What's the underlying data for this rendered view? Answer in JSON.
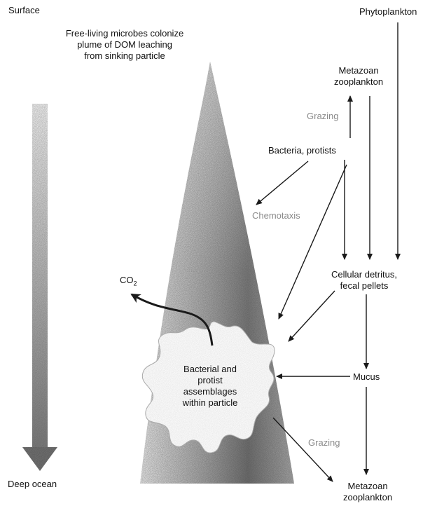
{
  "labels": {
    "surface": "Surface",
    "deep_ocean": "Deep ocean",
    "phytoplankton": "Phytoplankton",
    "plume": "Free-living microbes colonize\nplume of DOM leaching\nfrom sinking particle",
    "metazoan_top": "Metazoan\nzooplankton",
    "grazing_top": "Grazing",
    "bacteria_protists": "Bacteria, protists",
    "chemotaxis": "Chemotaxis",
    "co2_main": "CO",
    "co2_sub": "2",
    "detritus": "Cellular detritus,\nfecal pellets",
    "particle": "Bacterial and\nprotist\nassemblages\nwithin particle",
    "mucus": "Mucus",
    "grazing_bottom": "Grazing",
    "metazoan_bottom": "Metazoan\nzooplankton"
  },
  "colors": {
    "arrow": "#1a1a1a",
    "label_gray": "#8a8a8a",
    "plume_dark": "#5f5f5f",
    "plume_light": "#dedede",
    "particle_fill": "#fbfbfb"
  }
}
